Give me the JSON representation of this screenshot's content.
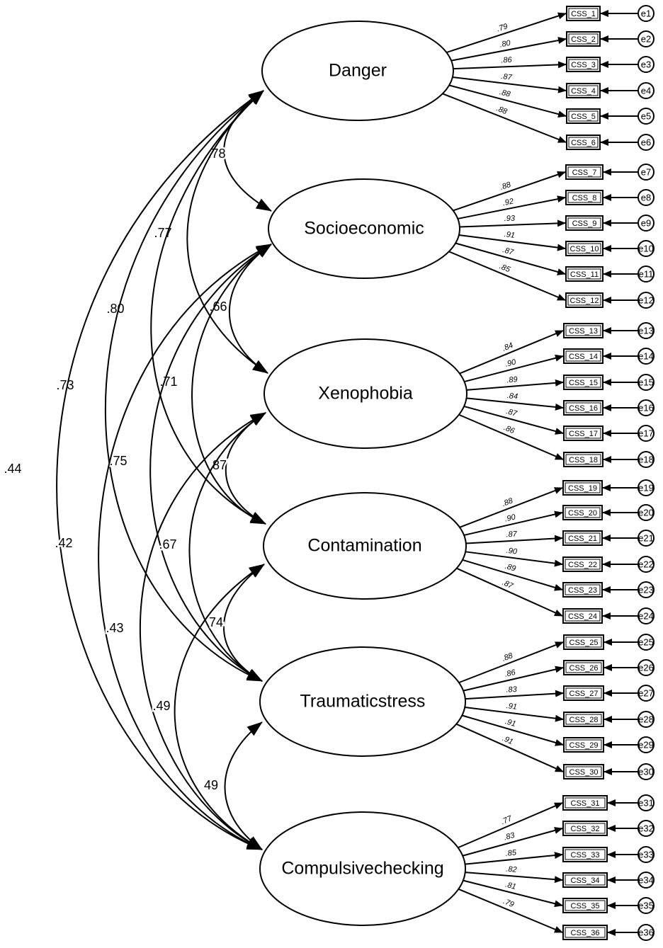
{
  "factors": [
    {
      "name": "Danger"
    },
    {
      "name": "Socioeconomic"
    },
    {
      "name": "Xenophobia"
    },
    {
      "name": "Contamination"
    },
    {
      "name": "Traumaticstress"
    },
    {
      "name": "Compulsivechecking"
    }
  ],
  "items": [
    {
      "factor": 0,
      "label": "CSS_1",
      "loading": ".79",
      "error": "e1"
    },
    {
      "factor": 0,
      "label": "CSS_2",
      "loading": ".80",
      "error": "e2"
    },
    {
      "factor": 0,
      "label": "CSS_3",
      "loading": ".86",
      "error": "e3"
    },
    {
      "factor": 0,
      "label": "CSS_4",
      "loading": ".87",
      "error": "e4"
    },
    {
      "factor": 0,
      "label": "CSS_5",
      "loading": ".88",
      "error": "e5"
    },
    {
      "factor": 0,
      "label": "CSS_6",
      "loading": ".88",
      "error": "e6"
    },
    {
      "factor": 1,
      "label": "CSS_7",
      "loading": ".88",
      "error": "e7"
    },
    {
      "factor": 1,
      "label": "CSS_8",
      "loading": ".92",
      "error": "e8"
    },
    {
      "factor": 1,
      "label": "CSS_9",
      "loading": ".93",
      "error": "e9"
    },
    {
      "factor": 1,
      "label": "CSS_10",
      "loading": ".91",
      "error": "e10"
    },
    {
      "factor": 1,
      "label": "CSS_11",
      "loading": ".87",
      "error": "e11"
    },
    {
      "factor": 1,
      "label": "CSS_12",
      "loading": ".85",
      "error": "e12"
    },
    {
      "factor": 2,
      "label": "CSS_13",
      "loading": ".84",
      "error": "e13"
    },
    {
      "factor": 2,
      "label": "CSS_14",
      "loading": ".90",
      "error": "e14"
    },
    {
      "factor": 2,
      "label": "CSS_15",
      "loading": ".89",
      "error": "e15"
    },
    {
      "factor": 2,
      "label": "CSS_16",
      "loading": ".84",
      "error": "e16"
    },
    {
      "factor": 2,
      "label": "CSS_17",
      "loading": ".87",
      "error": "e17"
    },
    {
      "factor": 2,
      "label": "CSS_18",
      "loading": ".86",
      "error": "e18"
    },
    {
      "factor": 3,
      "label": "CSS_19",
      "loading": ".88",
      "error": "e19"
    },
    {
      "factor": 3,
      "label": "CSS_20",
      "loading": ".90",
      "error": "e20"
    },
    {
      "factor": 3,
      "label": "CSS_21",
      "loading": ".87",
      "error": "e21"
    },
    {
      "factor": 3,
      "label": "CSS_22",
      "loading": ".90",
      "error": "e22"
    },
    {
      "factor": 3,
      "label": "CSS_23",
      "loading": ".89",
      "error": "e23"
    },
    {
      "factor": 3,
      "label": "CSS_24",
      "loading": ".87",
      "error": "e24"
    },
    {
      "factor": 4,
      "label": "CSS_25",
      "loading": ".88",
      "error": "e25"
    },
    {
      "factor": 4,
      "label": "CSS_26",
      "loading": ".86",
      "error": "e26"
    },
    {
      "factor": 4,
      "label": "CSS_27",
      "loading": ".83",
      "error": "e27"
    },
    {
      "factor": 4,
      "label": "CSS_28",
      "loading": ".91",
      "error": "e28"
    },
    {
      "factor": 4,
      "label": "CSS_29",
      "loading": ".91",
      "error": "e29"
    },
    {
      "factor": 4,
      "label": "CSS_30",
      "loading": ".91",
      "error": "e30"
    },
    {
      "factor": 5,
      "label": "CSS_31",
      "loading": ".77",
      "error": "e31"
    },
    {
      "factor": 5,
      "label": "CSS_32",
      "loading": ".83",
      "error": "e32"
    },
    {
      "factor": 5,
      "label": "CSS_33",
      "loading": ".85",
      "error": "e33"
    },
    {
      "factor": 5,
      "label": "CSS_34",
      "loading": ".82",
      "error": "e34"
    },
    {
      "factor": 5,
      "label": "CSS_35",
      "loading": ".81",
      "error": "e35"
    },
    {
      "factor": 5,
      "label": "CSS_36",
      "loading": ".79",
      "error": "e36"
    }
  ],
  "correlations": [
    {
      "from": 0,
      "to": 1,
      "value": ".78"
    },
    {
      "from": 0,
      "to": 2,
      "value": ".77"
    },
    {
      "from": 0,
      "to": 3,
      "value": ".80"
    },
    {
      "from": 0,
      "to": 4,
      "value": ".73"
    },
    {
      "from": 0,
      "to": 5,
      "value": ".44"
    },
    {
      "from": 1,
      "to": 2,
      "value": ".66"
    },
    {
      "from": 1,
      "to": 3,
      "value": ".71"
    },
    {
      "from": 1,
      "to": 4,
      "value": ".75"
    },
    {
      "from": 1,
      "to": 5,
      "value": ".42"
    },
    {
      "from": 2,
      "to": 3,
      "value": "87"
    },
    {
      "from": 2,
      "to": 4,
      "value": ".67"
    },
    {
      "from": 2,
      "to": 5,
      "value": ".43"
    },
    {
      "from": 3,
      "to": 4,
      "value": "74"
    },
    {
      "from": 3,
      "to": 5,
      "value": ".49"
    },
    {
      "from": 4,
      "to": 5,
      "value": "49"
    }
  ],
  "colors": {
    "stroke": "#000000",
    "fill": "#ffffff",
    "background": "#ffffff"
  }
}
